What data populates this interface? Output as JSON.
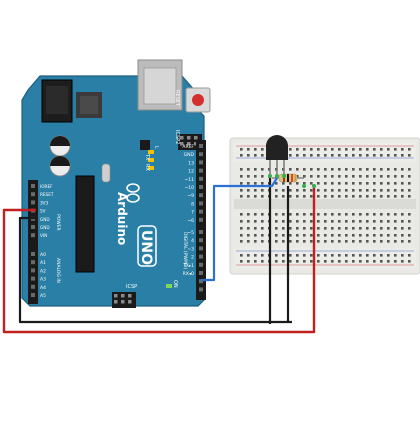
{
  "board": {
    "brand": "Arduino",
    "model": "UNO",
    "icsp_top": "ICSP2",
    "icsp_bottom": "ICSP",
    "reset_label": "RESET",
    "tx_label": "TX",
    "rx_label": "RX",
    "l_label": "L",
    "on_label": "ON",
    "digital_label": "DIGITAL (PWM~)",
    "analog_label": "ANALOG IN",
    "power_label": "POWER",
    "power_pins": [
      "IOREF",
      "RESET",
      "3V3",
      "5V",
      "GND",
      "GND",
      "VIN"
    ],
    "analog_pins": [
      "A0",
      "A1",
      "A2",
      "A3",
      "A4",
      "A5"
    ],
    "digital_pins": [
      "AREF",
      "GND",
      "13",
      "12",
      "~11",
      "~10",
      "~9",
      "8",
      "7",
      "~6",
      "~5",
      "4",
      "~3",
      "2",
      "TX▸1",
      "RX◂0"
    ]
  },
  "colors": {
    "board": "#2a7fa6",
    "board_dark": "#1d5f80",
    "wire_red": "#c0201e",
    "wire_black": "#1a1a1a",
    "wire_blue": "#2d6fd6",
    "breadboard": "#e9e9e6",
    "sensor": "#222222"
  }
}
